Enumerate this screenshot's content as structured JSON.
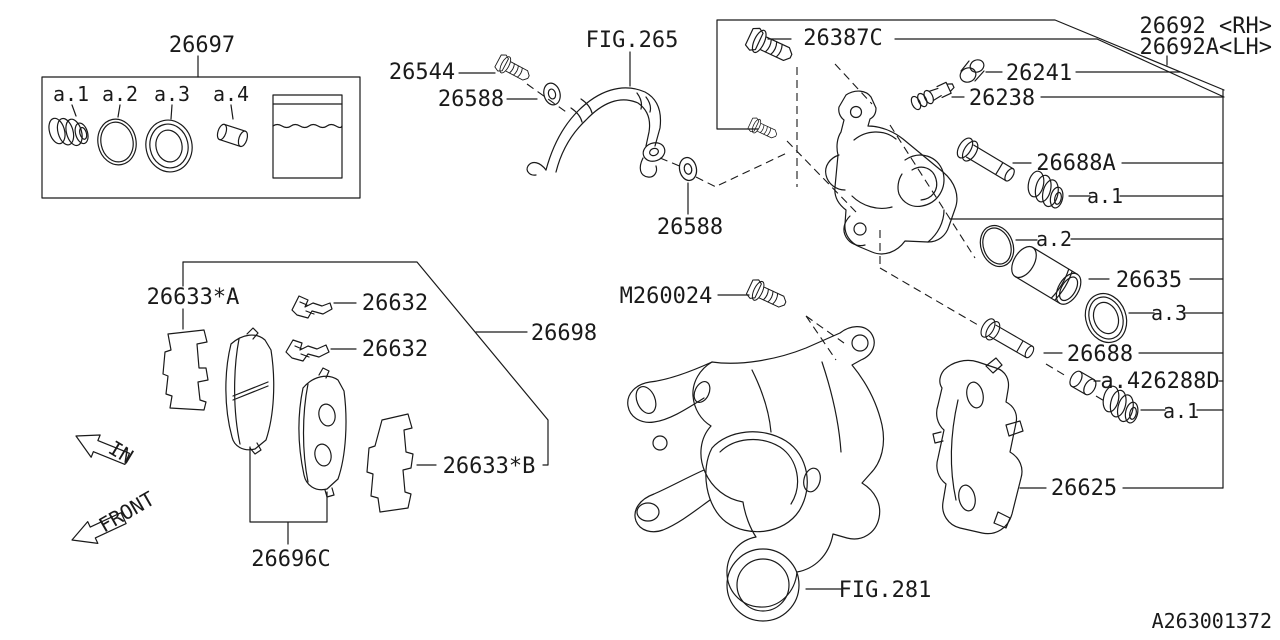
{
  "diagram": {
    "doc_id": "A263001372",
    "figures": {
      "hose": "FIG.265",
      "knuckle": "FIG.281"
    },
    "orientation": {
      "in": "IN",
      "front": "FRONT"
    },
    "parts": {
      "repair_kit": "26697",
      "kit_item_1": "a.1",
      "kit_item_2": "a.2",
      "kit_item_3": "a.3",
      "kit_item_4": "a.4",
      "banjo_bolt": "26544",
      "gasket_upper": "26588",
      "gasket_lower": "26588",
      "lock_bolt": "26387C",
      "caliper_rh": "26692 <RH>",
      "caliper_lh": "26692A<LH>",
      "air_bleeder_cap": "26241",
      "air_bleeder_screw": "26238",
      "guide_pin_upper": "26688A",
      "boot_upper": "a.1",
      "piston_seal": "a.2",
      "piston": "26635",
      "piston_boot": "a.3",
      "guide_pin_lower": "26688",
      "pin_sleeve": "a.426288D",
      "boot_lower": "a.1",
      "support_bracket": "26625",
      "knuckle_bolt": "M260024",
      "pad_kit": "26698",
      "pad_clip_upper": "26632",
      "pad_clip_lower": "26632",
      "shim_a": "26633*A",
      "shim_b": "26633*B",
      "pad_set": "26696C"
    }
  }
}
